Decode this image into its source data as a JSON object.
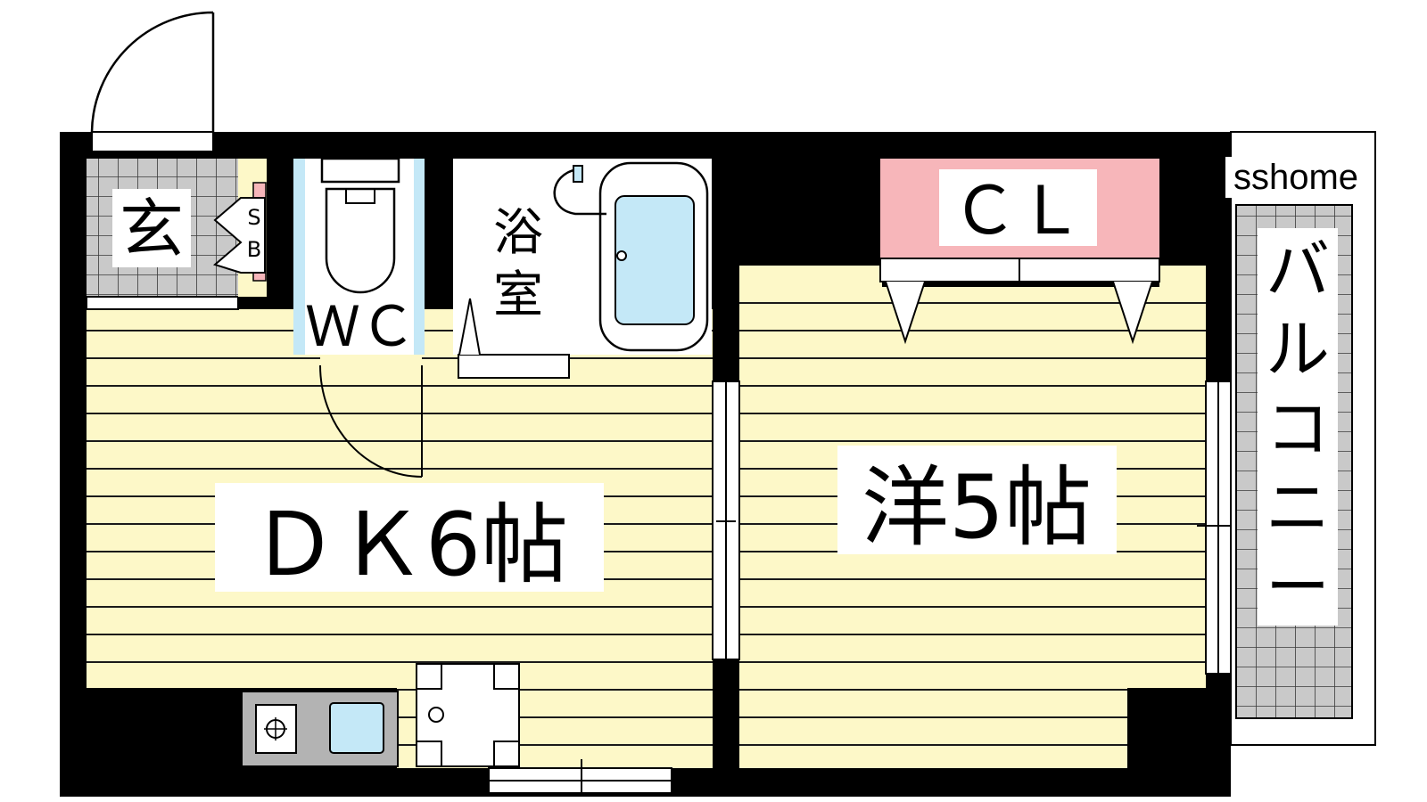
{
  "floor_plan": {
    "rooms": {
      "entrance": "玄",
      "shoe_box": [
        "S",
        "B"
      ],
      "toilet": "ＷＣ",
      "bath": [
        "浴",
        "室"
      ],
      "closet": "ＣＬ",
      "dining_kitchen": "ＤＫ6帖",
      "western_room": "洋5帖",
      "balcony": [
        "バ",
        "ル",
        "コ",
        "ニ",
        "ー"
      ]
    },
    "watermark": "sshome"
  },
  "colors": {
    "wall": "#000000",
    "floor": "#fdf8c8",
    "floor_line": "#1a1a1a",
    "tile": "#c9c9c9",
    "water": "#c4e8f7",
    "closet": "#f7b6ba",
    "shoe_box": "#f7b6ba",
    "appliance": "#b3b3b3"
  }
}
